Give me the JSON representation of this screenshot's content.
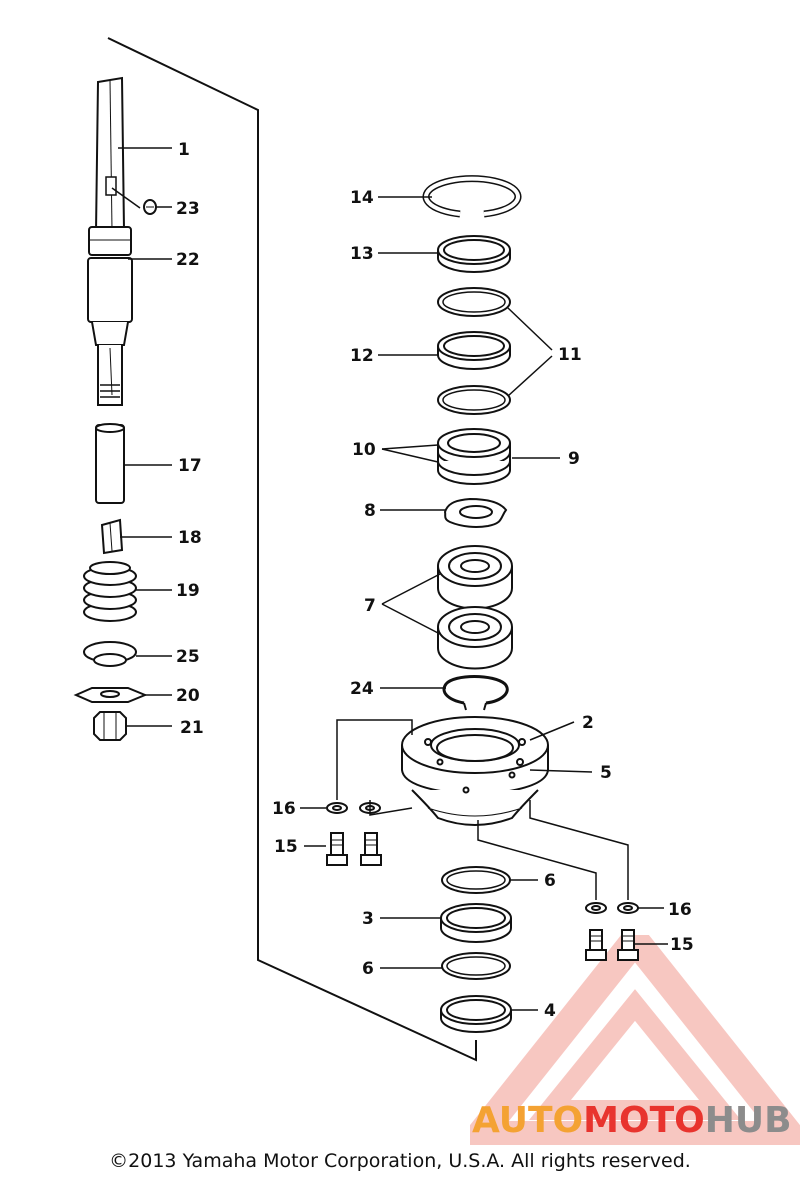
{
  "diagram": {
    "callouts": {
      "c1": "1",
      "c2": "2",
      "c3": "3",
      "c4": "4",
      "c5": "5",
      "c6a": "6",
      "c6b": "6",
      "c7": "7",
      "c8": "8",
      "c9": "9",
      "c10": "10",
      "c11": "11",
      "c12": "12",
      "c13": "13",
      "c14": "14",
      "c15a": "15",
      "c15b": "15",
      "c16a": "16",
      "c16b": "16",
      "c17": "17",
      "c18": "18",
      "c19": "19",
      "c20": "20",
      "c21": "21",
      "c22": "22",
      "c23": "23",
      "c24": "24",
      "c25": "25"
    }
  },
  "watermark": {
    "part1": "AUTO",
    "part2": "MOTO",
    "part3": "HUB",
    "color1": "#f4a233",
    "color2": "#e8342e",
    "color3": "#8c8c8c"
  },
  "footer": {
    "copyright": "©2013 Yamaha Motor Corporation, U.S.A. All rights reserved."
  }
}
